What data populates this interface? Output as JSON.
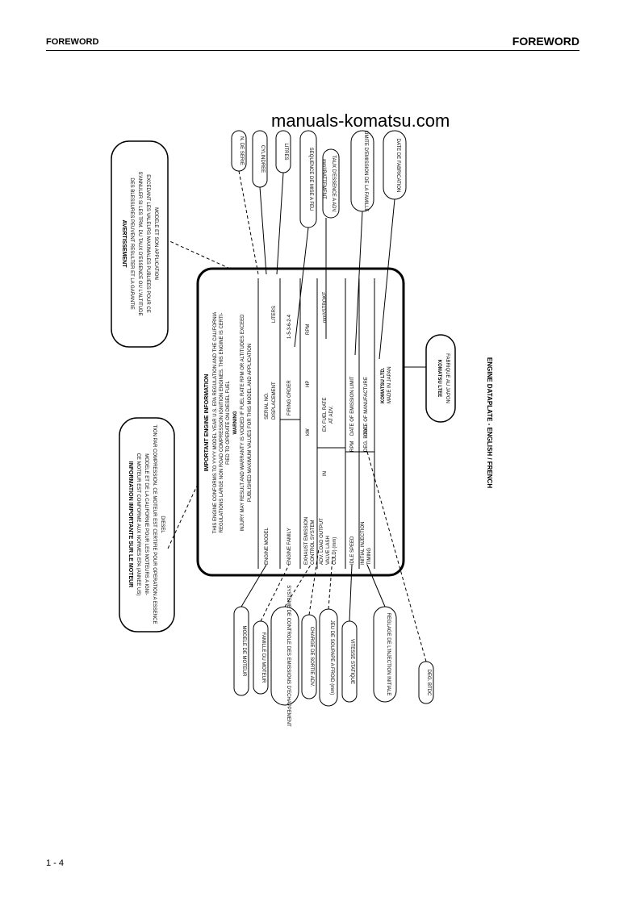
{
  "header": {
    "left": "FOREWORD",
    "right": "FOREWORD"
  },
  "watermark": "manuals-komatsu.com",
  "page_number": "1 - 4",
  "figure": {
    "caption": "ENGINE DATAPLATE - ENGLISH / FRENCH",
    "plate": {
      "title": "IMPORTANT ENGINE INFORMATION",
      "intro": [
        "THIS ENGINE CONFORMS TO YYYY MODEL YEAR U.S. EPA REGULATION AND THE CALIFORNIA",
        "REGULATIONS LARGE NON ROAD COMPRESSION IGNITION ENGINES. THIS ENGINE IS CERTI-",
        "FIED TO OPERATE ON DIESEL FUEL"
      ],
      "warning_title": "WARNING",
      "warning": [
        "INJURY MAY RESULT AND WARRANTY IS VOIDED IF FUEL RATE RPM OR ALTITUDES EXCEED",
        "PUBLISHED MAXIMUM VALUES FOR THIS MODEL AND APPLICATION"
      ],
      "row1": [
        "ENGINE MODEL",
        "SERIAL NO.",
        "DISPLACEMENT",
        "LITERS"
      ],
      "row2": [
        "ENGINE FAMILY",
        "FIRING ORDER",
        "1-5-3-6-2-4"
      ],
      "row3": [
        "EXHAUST EMISSION",
        "CONTROL SYSTEM"
      ],
      "row4": [
        "ADV. LOAD OUTPUT",
        "kW",
        "HP",
        "RPM"
      ],
      "row5": [
        "VALVE LASH",
        "COLD) (mm)",
        "IN",
        "EX",
        "FUEL RATE",
        "AT ADV.",
        "mm³/STROKE"
      ],
      "row6": [
        "IDLE SPEED",
        "RPM",
        "DATE OF EMISSION LIMIT"
      ],
      "row7": [
        "INITIAL INJECTION",
        "TIMING",
        "DEG. BTDC",
        "DATE OF MANUFACTURE"
      ],
      "maker": [
        "KOMATSU LTD.",
        "MADE IN JAPAN"
      ]
    },
    "callouts_top": [
      "AVERTISSEMENT",
      "DES BLESSURES PEUVENT RESULTER ET LA GARANTIE",
      "S'ANNULER SI LES TRM. DU TAUX D'ESSENCE OU L'ALTITUDE",
      "EXCEDANT LES VALEURS MAXIMALES PUBLIEES POUR CE",
      "MODELE ET SON APPLICATION"
    ],
    "callouts_bottom_info": [
      "INFORMATION IMPORTANTE SUR LE MOTEUR",
      "CE MOTEUR EST CONFORME AUX NORMES EPA (ANNEE US)",
      "MODELE ET DE LA CALIFORNIE POUR LES MOTEURS A IGNI-",
      "TION PAR COMPRESSION. CE MOTEUR EST CERTIFIE POUR OPERATION A ESSENCE",
      "DIESEL"
    ],
    "tags_right": [
      "N. DE SERIE",
      "CYLINDREE",
      "LITRES",
      "SEQUENCE DE MISE A FEU",
      "mm³/BATTEMENT",
      "TAUX D'ESSENCE A ADV.",
      "LIMITE D'EMISSION DE LA FAMILLE",
      "DATE DE FABRICATION"
    ],
    "tags_left": [
      "MODELE DE MOTEUR",
      "FAMILLE DU MOTEUR",
      "SYSTEME DE CONTROLE DES EMISSIONS D'ECHAPPEMENT",
      "CHARGE DE SORTIE ADV.",
      "JEU DE SOUPAPE A FROID (mm)",
      "VITESSE STATIQUE",
      "REGLAGE DE L'INJECTION INITIALE",
      "DEG. BTDC"
    ],
    "maker_tag": [
      "KOMATSU LTEE",
      "FABRIQUE AU JAPON"
    ]
  }
}
